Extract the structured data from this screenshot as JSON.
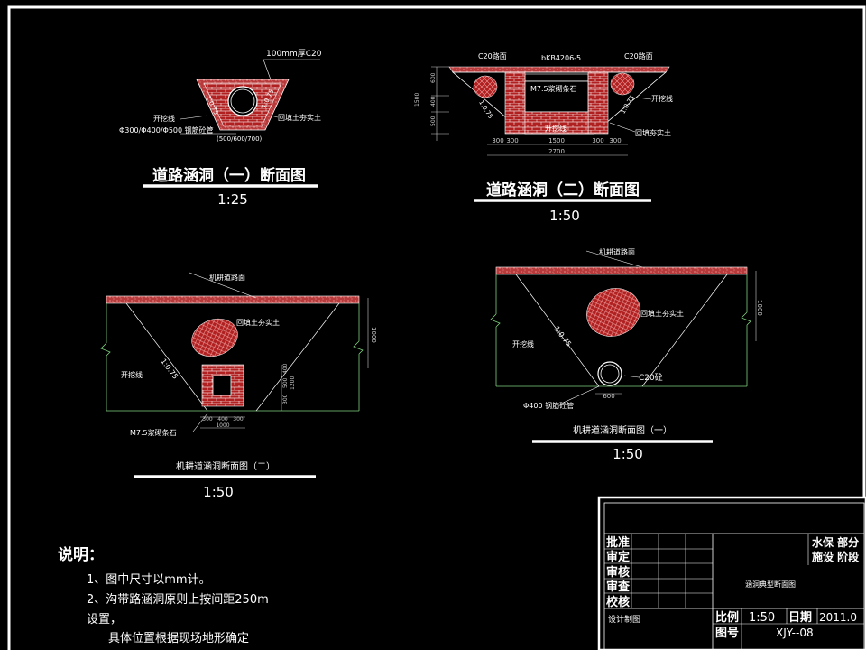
{
  "colors": {
    "background": "#000000",
    "frame": "#ffffff",
    "pavement": "#b83a3a",
    "pavement_speckle": "#e85a5a",
    "brick": "#c03030",
    "fill_red": "#b02020",
    "ground_line": "#7fd07f",
    "dimension": "#cccccc",
    "text": "#ffffff"
  },
  "drawings": {
    "culvert1": {
      "title": "道路涵洞（一）断面图",
      "scale": "1:25",
      "label_top": "100mm厚C20",
      "label_slope_left": "1:0.75",
      "label_slope_right": "1:0.75",
      "label_excavation": "开挖线",
      "label_backfill": "回填土夯实土",
      "label_pipe": "Φ300/Φ400/Φ500 钢筋砼管",
      "label_pipe_dims": "(500/600/700)"
    },
    "culvert2": {
      "title": "道路涵洞（二）断面图",
      "scale": "1:50",
      "label_c20_left": "C20路面",
      "label_c20_right": "C20路面",
      "label_slab": "bKB4206-5",
      "label_masonry": "M7.5浆砌条石",
      "label_excavation_right": "开挖线",
      "label_excavation_bottom": "开挖线",
      "label_backfill": "回填夯实土",
      "label_slope_left": "1:0.75",
      "label_slope_right": "1:0.75",
      "dim_total_height": "1500",
      "dim_upper": "600",
      "dim_mid": "400",
      "dim_lower": "500",
      "dim_bottom": [
        "300",
        "300",
        "1500",
        "300",
        "300"
      ],
      "dim_total_width": "2700"
    },
    "machine2": {
      "title": "机耕道涵洞断面图（二）",
      "scale": "1:50",
      "label_road": "机耕道路面",
      "label_backfill": "回填土夯实土",
      "label_excavation": "开挖线",
      "label_slope": "1:0.75",
      "label_masonry": "M7.5浆砌条石",
      "dim_right": "1000",
      "dim_stack": [
        "400",
        "500",
        "300"
      ],
      "dim_stack_total": "1200",
      "dim_bottom": [
        "300",
        "400",
        "300"
      ],
      "dim_bottom_total": "1000"
    },
    "machine1": {
      "title": "机耕道涵洞断面图（一）",
      "scale": "1:50",
      "label_road": "机耕道路面",
      "label_backfill": "回填土夯实土",
      "label_excavation": "开挖线",
      "label_slope": "1:0.75",
      "label_c20": "C20砼",
      "label_pipe": "Φ400 钢筋砼管",
      "dim_bottom": "600",
      "dim_right": "1000"
    }
  },
  "notes": {
    "heading": "说明：",
    "line1": "1、图中尺寸以mm计。",
    "line2": "2、沟带路涵洞原则上按间距250m",
    "line3": "设置，",
    "line4": "具体位置根据现场地形确定"
  },
  "title_block": {
    "approve": "批准",
    "verify": "审定",
    "review": "审核",
    "check": "审查",
    "proof": "校核",
    "design": "设计制图",
    "drawing_name": "涵洞典型断面图",
    "org_line1": "水保  部分",
    "org_line2": "施设  阶段",
    "scale_label": "比例",
    "scale_value": "1:50",
    "date_label": "日期",
    "date_value": "2011.0",
    "number_label": "图号",
    "number_value": "XJY--08"
  }
}
